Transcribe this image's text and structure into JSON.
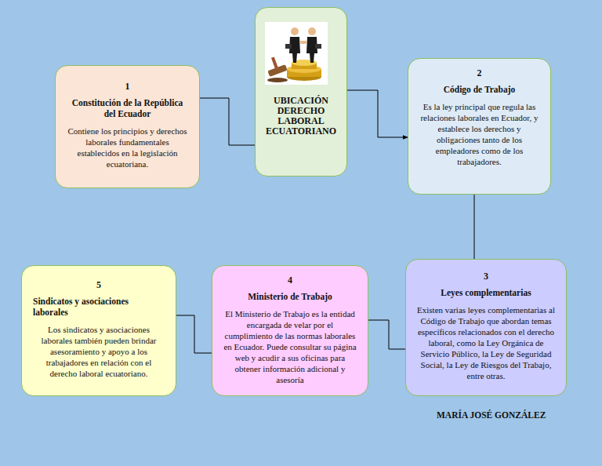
{
  "diagram": {
    "nodes": [
      {
        "text": [
          "UBICACIÓN DERECHO LABORAL ECUATORIANO"
        ]
      },
      {
        "text": [
          "1",
          "Constitución de la República del Ecuador",
          "Contiene los principios y derechos laborales fundamentales establecidos en la legislación ecuatoriana."
        ]
      },
      {
        "text": [
          "2",
          "Código de Trabajo",
          "Es la ley principal que regula las relaciones laborales en Ecuador, y establece los derechos y obligaciones tanto de los empleadores como de los trabajadores."
        ]
      },
      {
        "text": [
          "3",
          "Leyes complementarias",
          "Existen varias leyes complementarias al Código de Trabajo que abordan temas específicos relacionados con el derecho laboral, como la Ley Orgánica de Servicio Público, la Ley de Seguridad Social, la Ley de Riesgos del Trabajo, entre otras."
        ]
      },
      {
        "text": [
          "4",
          "Ministerio de Trabajo",
          "El Ministerio de Trabajo es la entidad encargada de velar por el cumplimiento de las normas laborales en Ecuador. Puede consultar su página web y acudir a sus oficinas para obtener información adicional y asesoría"
        ]
      },
      {
        "text": [
          "5",
          "Sindicatos y asociaciones laborales",
          "Los sindicatos y asociaciones laborales también pueden brindar asesoramiento y apoyo a los trabajadores en relación con el derecho laboral ecuatoriano."
        ]
      }
    ],
    "edges": [
      {
        "from": 0,
        "to": 1,
        "arrow": "none"
      },
      {
        "from": 0,
        "to": 2,
        "arrow": "to"
      },
      {
        "from": 2,
        "to": 3,
        "arrow": "none"
      },
      {
        "from": 3,
        "to": 4,
        "arrow": "none"
      },
      {
        "from": 4,
        "to": 5,
        "arrow": "none"
      }
    ],
    "labels": [
      "MARÍA JOSÉ GONZÁLEZ"
    ]
  }
}
